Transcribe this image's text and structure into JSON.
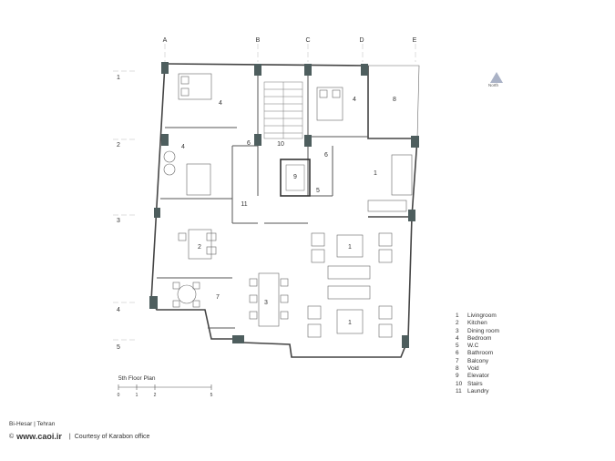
{
  "grid": {
    "columns": [
      "A",
      "B",
      "C",
      "D",
      "E"
    ],
    "rows": [
      "1",
      "2",
      "3",
      "4",
      "5"
    ]
  },
  "north_label": "North",
  "rooms": [
    {
      "id": "r-bed1",
      "label": "4"
    },
    {
      "id": "r-bed2",
      "label": "4"
    },
    {
      "id": "r-bed3",
      "label": "4"
    },
    {
      "id": "r-void",
      "label": "8"
    },
    {
      "id": "r-bath1",
      "label": "6"
    },
    {
      "id": "r-bath2",
      "label": "6"
    },
    {
      "id": "r-stairs",
      "label": "10"
    },
    {
      "id": "r-elev",
      "label": "9"
    },
    {
      "id": "r-laundry",
      "label": "11"
    },
    {
      "id": "r-wc",
      "label": "5"
    },
    {
      "id": "r-living",
      "label": "1"
    },
    {
      "id": "r-kitchen",
      "label": "2"
    },
    {
      "id": "r-dining",
      "label": "3"
    },
    {
      "id": "r-balcony",
      "label": "7"
    },
    {
      "id": "r-living2",
      "label": "1"
    },
    {
      "id": "r-living3",
      "label": "1"
    }
  ],
  "plan_title": "5th Floor Plan",
  "scale_ticks": [
    "0",
    "1",
    "2",
    "5"
  ],
  "legend": [
    {
      "num": "1",
      "name": "Livingroom"
    },
    {
      "num": "2",
      "name": "Kitchen"
    },
    {
      "num": "3",
      "name": "Dining room"
    },
    {
      "num": "4",
      "name": "Bedroom"
    },
    {
      "num": "5",
      "name": "W.C"
    },
    {
      "num": "6",
      "name": "Bathroom"
    },
    {
      "num": "7",
      "name": "Balcony"
    },
    {
      "num": "8",
      "name": "Void"
    },
    {
      "num": "9",
      "name": "Elevator"
    },
    {
      "num": "10",
      "name": "Stairs"
    },
    {
      "num": "11",
      "name": "Laundry"
    }
  ],
  "project": "Bi-Hesar | Tehran",
  "credit": {
    "copyright": "©",
    "url": "www.caoi.ir",
    "separator": "|",
    "courtesy": "Courtesy of Karabon office"
  }
}
